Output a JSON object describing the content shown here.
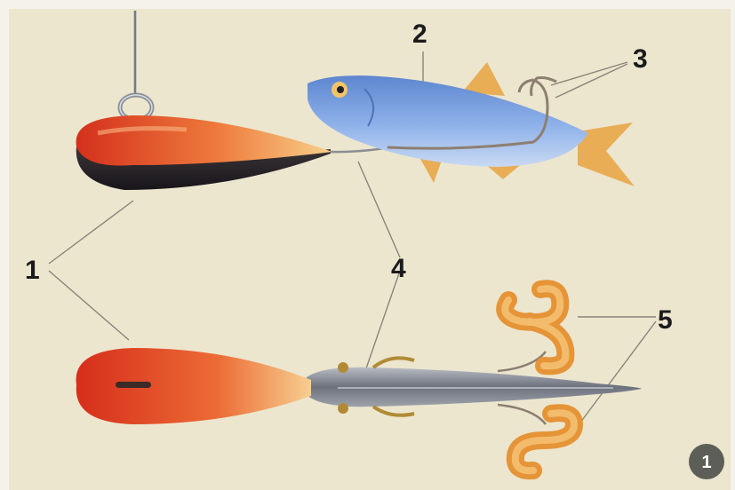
{
  "labels": {
    "one": "1",
    "two": "2",
    "three": "3",
    "four": "4",
    "five": "5"
  },
  "badge": "1",
  "colors": {
    "paper": "#ece6cf",
    "border": "#f4f2ea",
    "sinker_red": "#d9321b",
    "sinker_orange": "#f3b070",
    "sinker_dark": "#222026",
    "fish_blue": "#7ea3df",
    "fish_fin": "#e8ad55",
    "worm": "#f0a44a",
    "leader_line": "#8b8478",
    "badge_bg": "#5d5e57"
  }
}
